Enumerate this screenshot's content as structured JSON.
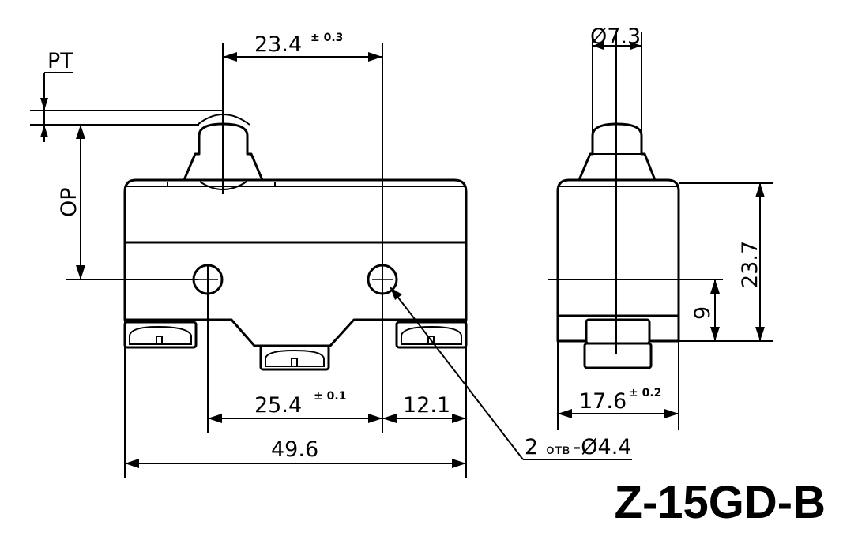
{
  "model": "Z-15GD-B",
  "front_view": {
    "dim_plunger_to_hole": {
      "value": "23.4",
      "tol": "± 0.3"
    },
    "dim_holes": {
      "value": "25.4",
      "tol": "± 0.1"
    },
    "dim_hole_to_edge": {
      "value": "12.1"
    },
    "dim_overall_length": {
      "value": "49.6"
    },
    "pt_label": "PT",
    "op_label": "OP",
    "hole_note": {
      "count": "2",
      "abbr": "отв",
      "dia": "-Ø4.4"
    }
  },
  "side_view": {
    "dim_plunger_dia": {
      "value": "Ø7.3"
    },
    "dim_width": {
      "value": "17.6",
      "tol": "± 0.2"
    },
    "dim_height": {
      "value": "23.7"
    },
    "dim_hole_height": {
      "value": "9"
    }
  }
}
